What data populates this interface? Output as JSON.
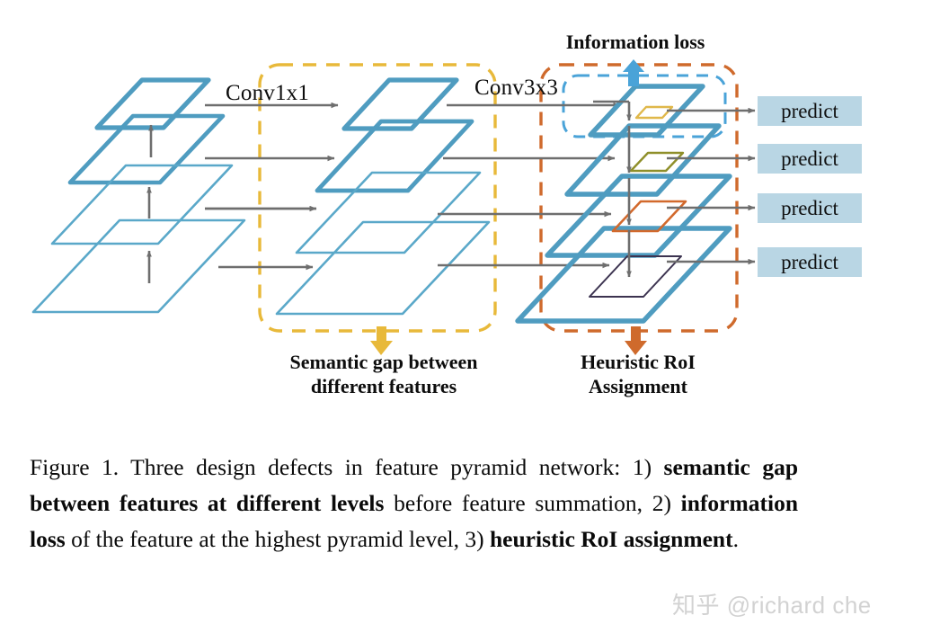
{
  "figure": {
    "annotations": {
      "conv1x1": "Conv1x1",
      "conv3x3": "Conv3x3",
      "information_loss": "Information loss",
      "semantic_gap_line1": "Semantic gap between",
      "semantic_gap_line2": "different features",
      "heuristic_line1": "Heuristic RoI",
      "heuristic_line2": "Assignment"
    },
    "predict_boxes": [
      {
        "label": "predict"
      },
      {
        "label": "predict"
      },
      {
        "label": "predict"
      },
      {
        "label": "predict"
      }
    ],
    "colors": {
      "feature_blue": "#4f9cc0",
      "feature_blue_thin": "#5aa8c9",
      "arrow_gray": "#6e6e6e",
      "dashed_yellow": "#e8b93a",
      "dashed_orange": "#cf6a2c",
      "dashed_blue": "#4aa3d8",
      "predict_bg": "#b9d6e4",
      "roi_gold": "#e0b84a",
      "roi_olive": "#8f8f2a",
      "roi_orange": "#d2692c",
      "roi_purple": "#3c3350",
      "text_black": "#0d0d0d"
    },
    "pyramid_levels": 4,
    "stages": [
      "backbone-pyramid",
      "lateral-conv1x1-pyramid",
      "conv3x3-roi-pyramid"
    ]
  },
  "caption": {
    "segments": [
      {
        "text": "Figure 1. Three design defects in feature pyramid network: 1) ",
        "bold": false
      },
      {
        "text": "semantic gap between features at different levels",
        "bold": true
      },
      {
        "text": " before feature summation, 2) ",
        "bold": false
      },
      {
        "text": "information loss",
        "bold": true
      },
      {
        "text": " of the feature at the highest pyramid level, 3) ",
        "bold": false
      },
      {
        "text": "heuristic RoI assignment",
        "bold": true
      },
      {
        "text": ".",
        "bold": false
      }
    ]
  },
  "watermark": {
    "text": "知乎 @richard che"
  }
}
